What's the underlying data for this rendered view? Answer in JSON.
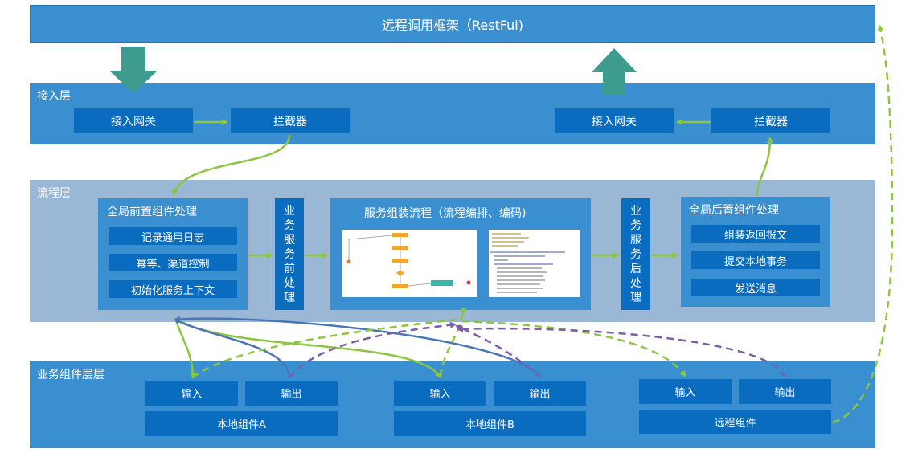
{
  "top_banner": {
    "title": "远程调用框架（RestFul)"
  },
  "access_layer": {
    "title": "接入层",
    "left": {
      "gateway": "接入网关",
      "interceptor": "拦截器"
    },
    "right": {
      "gateway": "接入网关",
      "interceptor": "拦截器"
    }
  },
  "flow_layer": {
    "title": "流程层",
    "pre_global": {
      "title": "全局前置组件处理",
      "items": [
        "记录通用日志",
        "幂等、渠道控制",
        "初始化服务上下文"
      ]
    },
    "pre_service": {
      "chars": [
        "业",
        "务",
        "服",
        "务",
        "前",
        "处",
        "理"
      ]
    },
    "assembly": {
      "title": "服务组装流程（流程编排、编码)"
    },
    "post_service": {
      "chars": [
        "业",
        "务",
        "服",
        "务",
        "后",
        "处",
        "理"
      ]
    },
    "post_global": {
      "title": "全局后置组件处理",
      "items": [
        "组装返回报文",
        "提交本地事务",
        "发送消息"
      ]
    }
  },
  "component_layer": {
    "title": "业务组件层层",
    "a": {
      "input": "输入",
      "output": "输出",
      "name": "本地组件A"
    },
    "b": {
      "input": "输入",
      "output": "输出",
      "name": "本地组件B"
    },
    "remote": {
      "input": "输入",
      "output": "输出",
      "name": "远程组件"
    }
  },
  "colors": {
    "band_blue": "#3a8fd0",
    "box_blue": "#0a6cbf",
    "flow_band": "#9bb7d6",
    "arrow_teal": "#3d9c8e",
    "arrow_green": "#8cc63f",
    "arrow_blue": "#4a76b8",
    "arrow_purple": "#7b5ea7"
  }
}
